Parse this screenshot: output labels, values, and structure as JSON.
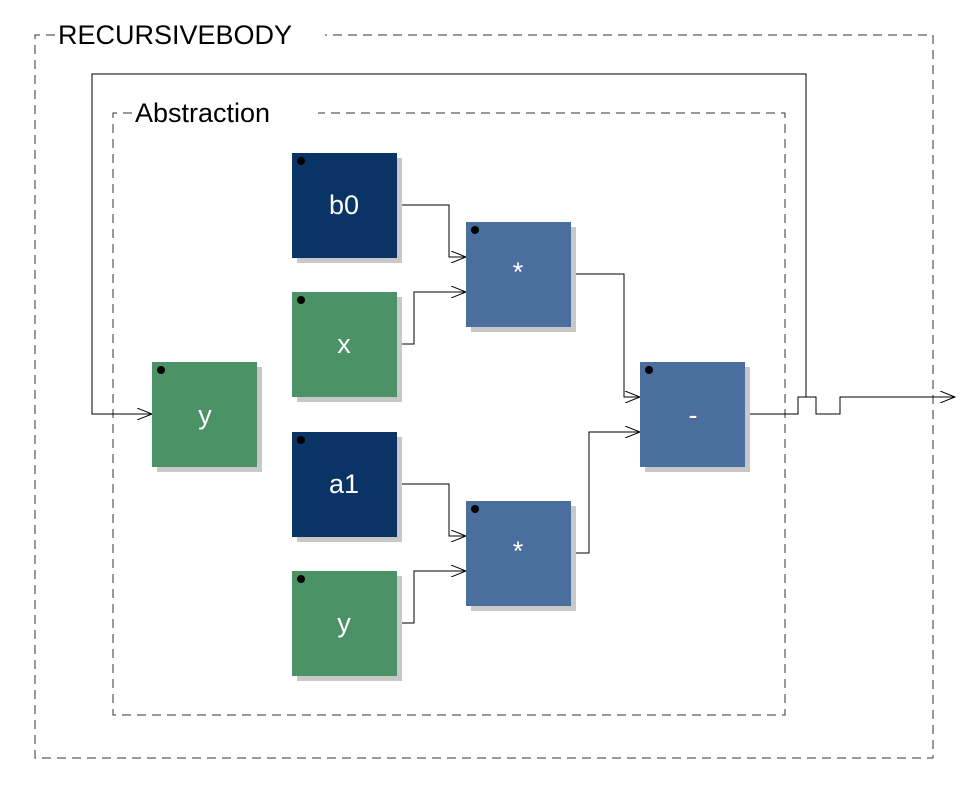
{
  "outer_frame": {
    "label": "RECURSIVEBODY"
  },
  "inner_frame": {
    "label": "Abstraction"
  },
  "colors": {
    "input_green": "#4b9366",
    "constant_navy": "#0a3366",
    "operator_blue": "#4a6f9e",
    "shadow": "#c8c8c8"
  },
  "blocks": {
    "y_feedback": {
      "label": "y",
      "kind": "input"
    },
    "b0": {
      "label": "b0",
      "kind": "constant"
    },
    "x": {
      "label": "x",
      "kind": "input"
    },
    "a1": {
      "label": "a1",
      "kind": "constant"
    },
    "y_input": {
      "label": "y",
      "kind": "input"
    },
    "mul_top": {
      "label": "*",
      "kind": "operator"
    },
    "mul_bottom": {
      "label": "*",
      "kind": "operator"
    },
    "subtract": {
      "label": "-",
      "kind": "operator"
    }
  }
}
